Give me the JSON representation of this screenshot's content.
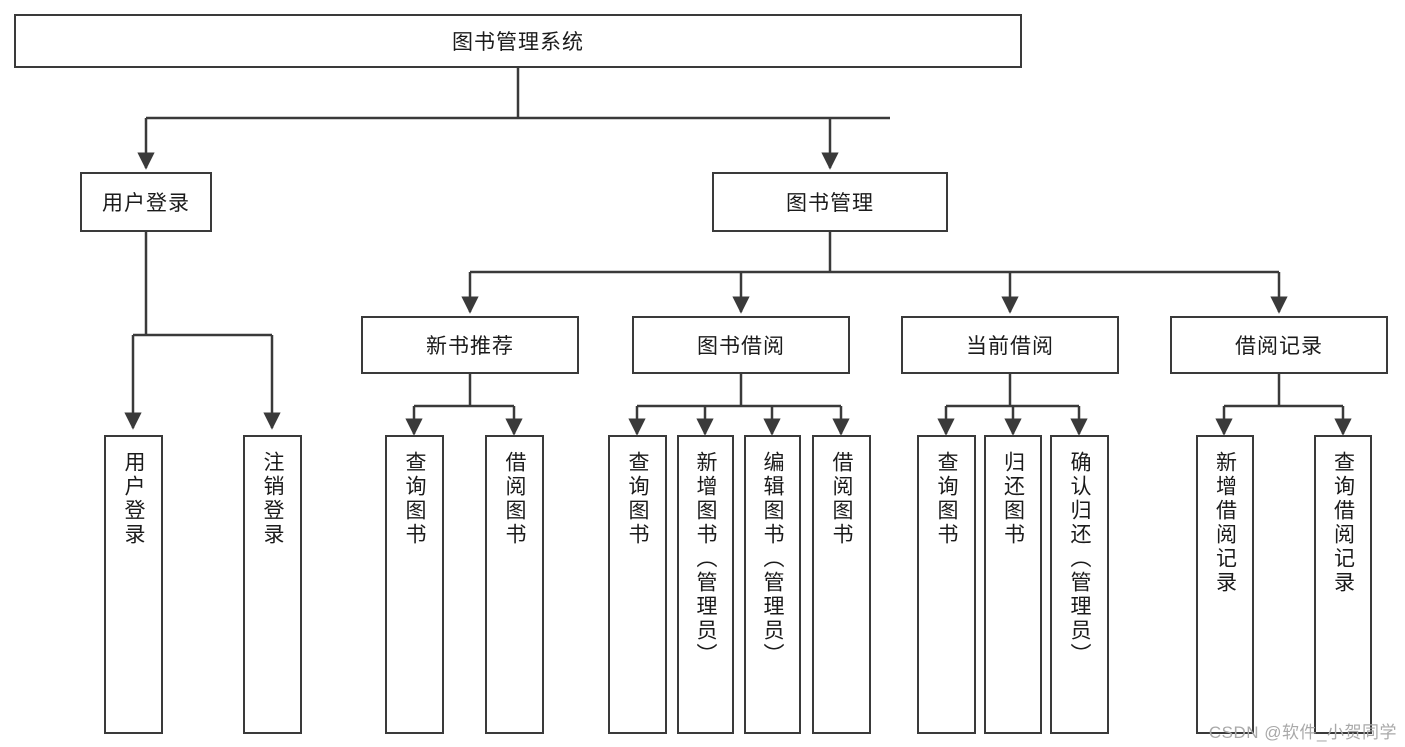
{
  "diagram": {
    "type": "tree-hierarchy-chart",
    "title_node": {
      "label": "图书管理系统"
    },
    "level2": [
      {
        "id": "user-login",
        "label": "用户登录"
      },
      {
        "id": "book-management",
        "label": "图书管理"
      }
    ],
    "level3": [
      {
        "id": "new-book-recommend",
        "label": "新书推荐"
      },
      {
        "id": "book-borrow",
        "label": "图书借阅"
      },
      {
        "id": "current-borrow",
        "label": "当前借阅"
      },
      {
        "id": "borrow-record",
        "label": "借阅记录"
      }
    ],
    "leaves": {
      "user_login": [
        {
          "id": "leaf-user-login",
          "label": "用户登录"
        },
        {
          "id": "leaf-logout-login",
          "label": "注销登录"
        }
      ],
      "new_book_recommend": [
        {
          "id": "leaf-query-book-1",
          "label": "查询图书"
        },
        {
          "id": "leaf-borrow-book-1",
          "label": "借阅图书"
        }
      ],
      "book_borrow": [
        {
          "id": "leaf-query-book-2",
          "label": "查询图书"
        },
        {
          "id": "leaf-add-book-admin",
          "label": "新增图书（管理员）"
        },
        {
          "id": "leaf-edit-book-admin",
          "label": "编辑图书（管理员）"
        },
        {
          "id": "leaf-borrow-book-2",
          "label": "借阅图书"
        }
      ],
      "current_borrow": [
        {
          "id": "leaf-query-book-3",
          "label": "查询图书"
        },
        {
          "id": "leaf-return-book",
          "label": "归还图书"
        },
        {
          "id": "leaf-confirm-return-admin",
          "label": "确认归还（管理员）"
        }
      ],
      "borrow_record": [
        {
          "id": "leaf-add-borrow-record",
          "label": "新增借阅记录"
        },
        {
          "id": "leaf-query-borrow-record",
          "label": "查询借阅记录"
        }
      ]
    },
    "colors": {
      "stroke": "#3a3a3a",
      "box_fill": "#ffffff",
      "text": "#1b1b1b",
      "watermark": "#a9a9a9",
      "background": "#ffffff"
    }
  },
  "watermark": {
    "text": "CSDN @软件_小贺同学"
  }
}
